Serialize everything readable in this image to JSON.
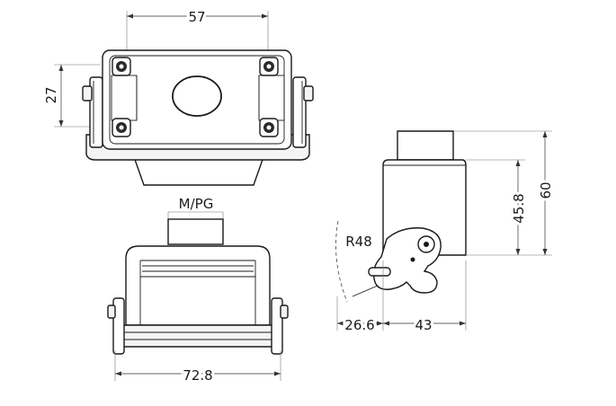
{
  "dimensions": {
    "top_width": "57",
    "top_height": "27",
    "cable_entry": "M/PG",
    "base_width": "72.8",
    "side_height_total": "60",
    "side_height_body": "45.8",
    "lever_radius": "R48",
    "lever_offset": "26.6",
    "side_depth": "43"
  }
}
